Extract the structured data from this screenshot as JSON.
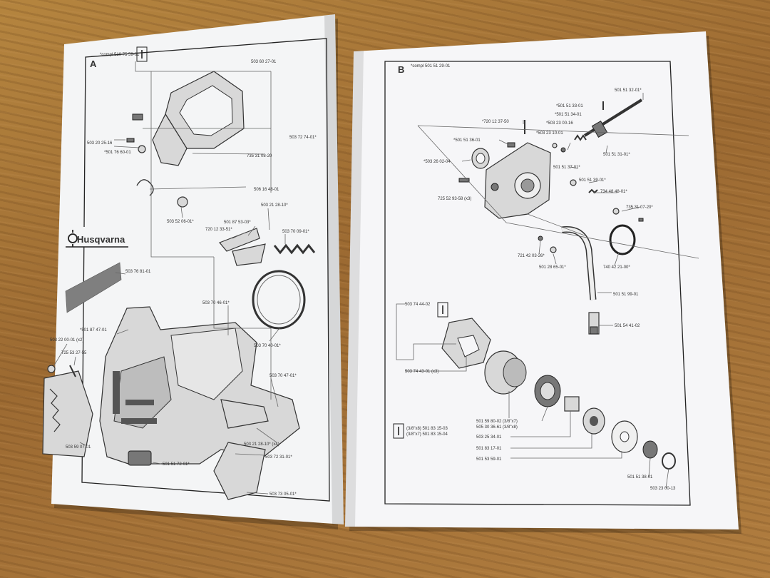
{
  "panel_a": {
    "letter": "A",
    "compl_ref": "*compl 510 75 59-01",
    "brand_logo": "Husqvarna",
    "labels": [
      "503 60 27-01",
      "503 72 74-01*",
      "503 20 25-16",
      "*501 76 60-01",
      "735 31 08-20",
      "506 16 48-01",
      "503 52 06-01*",
      "503 21 28-10*",
      "501 87 53-03*",
      "720 12 33-51*",
      "503 70 09-01*",
      "503 76 81-01",
      "503 70 46-01*",
      "*501 87 47-01",
      "503 22 00-01 (x2)",
      "725 53 27-55",
      "503 70 40-01*",
      "503 70 47-01*",
      "503 21 28-10* (x4)",
      "503 72 31-01*",
      "503 59 07-01",
      "501 51 72-01*",
      "503 73 05-01*"
    ]
  },
  "panel_b": {
    "letter": "B",
    "compl_ref": "*compl 501 51 29-01",
    "labels": [
      "501 51 32-01*",
      "*501 51 33-01",
      "*720 12 37-50",
      "*501 51 34-01",
      "*503 23 00-16",
      "*503 23 10-01",
      "*501 51 36-01",
      "501 51 31-01*",
      "*503 26 02-04",
      "501 51 37-01*",
      "501 51 39-01*",
      "734 48 48-01*",
      "725 52 93-58 (x3)",
      "735 31 07-20*",
      "721 42 03-26*",
      "501 28 65-01*",
      "740 42 21-00*",
      "501 51 99-01",
      "501 54 41-02",
      "503 74 44-02",
      "503 74 43-01 (x3)",
      "501 59 80-02 (3/8\"x7)",
      "505 30 36-61 (3/8\"x8)",
      "(3/8\"x8) 501 83 15-03",
      "(3/8\"x7) 501 83 15-04",
      "503 25 34-01",
      "501 83 17-01",
      "501 53 59-01",
      "501 51 38-01",
      "503 23 00-13"
    ]
  }
}
